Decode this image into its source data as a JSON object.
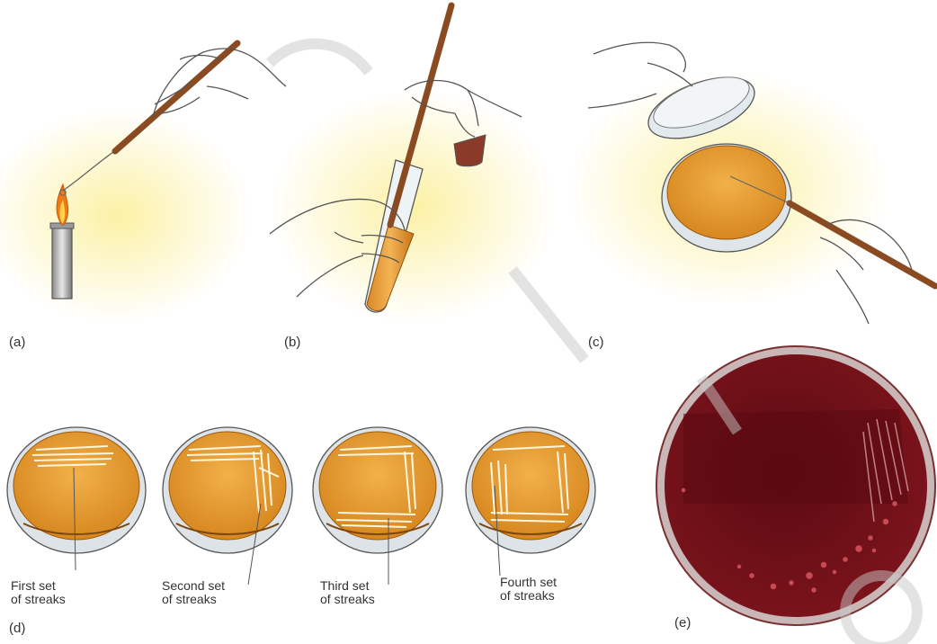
{
  "panel_labels": {
    "a": "(a)",
    "b": "(b)",
    "c": "(c)",
    "d": "(d)",
    "e": "(e)"
  },
  "streak_captions": [
    {
      "line1": "First set",
      "line2": "of streaks"
    },
    {
      "line1": "Second set",
      "line2": "of streaks"
    },
    {
      "line1": "Third set",
      "line2": "of streaks"
    },
    {
      "line1": "Fourth set",
      "line2": "of streaks"
    }
  ],
  "colors": {
    "glow": "#fbf0a0",
    "agar": "#e59a2c",
    "agar_dark": "#b36a14",
    "blood_agar": "#6e0f17",
    "flame": "#f07a16",
    "rod": "#8a4a22",
    "outline": "#555555"
  }
}
